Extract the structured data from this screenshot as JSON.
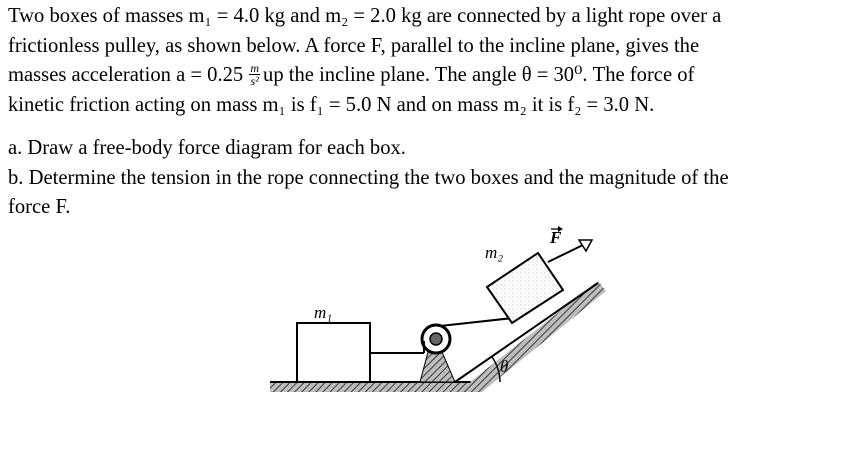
{
  "problem": {
    "line1": "Two boxes of masses m₁ = 4.0 kg and m₂ = 2.0 kg are connected by a light rope over a",
    "line2": "frictionless pulley, as shown below. A force F, parallel to the incline plane, gives the",
    "line3_pre": "masses acceleration a = 0.25",
    "line3_frac_num": "m",
    "line3_frac_den": "s²",
    "line3_post": "up the incline plane. The angle θ = 30⁰. The force of",
    "line4": "kinetic friction acting on mass m₁ is f₁ = 5.0 N and on mass m₂ it is f₂ = 3.0 N."
  },
  "questions": {
    "a": "a. Draw a free-body force diagram for each box.",
    "b_line1": "b. Determine the tension in the rope connecting the two boxes and the magnitude of the",
    "b_line2": "force F."
  },
  "figure": {
    "m1_label": "m₁",
    "m2_label": "m₂",
    "force_label": "F",
    "angle_label": "θ"
  }
}
